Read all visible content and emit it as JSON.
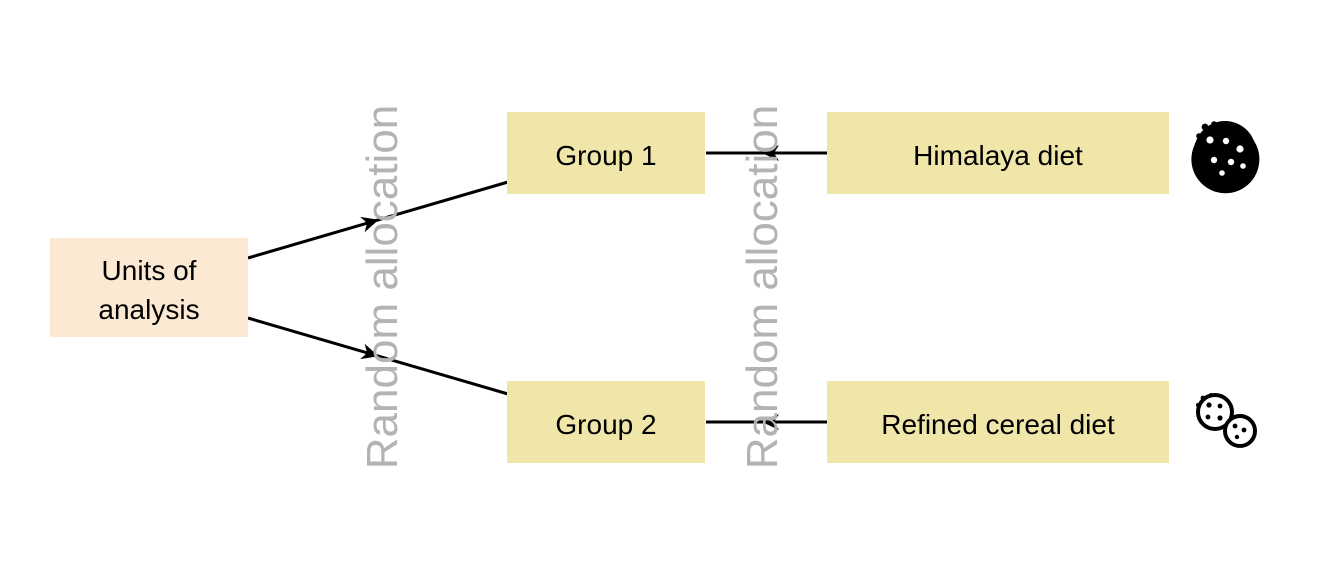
{
  "diagram": {
    "nodes": {
      "units": {
        "line1": "Units of",
        "line2": "analysis",
        "fill": "#fbe9d3"
      },
      "group1": {
        "label": "Group 1",
        "fill": "#f0e6aa"
      },
      "group2": {
        "label": "Group 2",
        "fill": "#f0e6aa"
      },
      "himalaya": {
        "label": "Himalaya diet",
        "fill": "#f0e6aa",
        "icon": "cookie-icon"
      },
      "refined": {
        "label": "Refined cereal diet",
        "fill": "#f0e6aa",
        "icon": "cookies-icon"
      }
    },
    "annotations": {
      "left": "Random allocation",
      "right": "Random allocation",
      "color": "#b3b3b3"
    },
    "edges": [
      {
        "from": "units",
        "to": "group1"
      },
      {
        "from": "units",
        "to": "group2"
      },
      {
        "from": "himalaya",
        "to": "group1"
      },
      {
        "from": "refined",
        "to": "group2"
      }
    ]
  }
}
